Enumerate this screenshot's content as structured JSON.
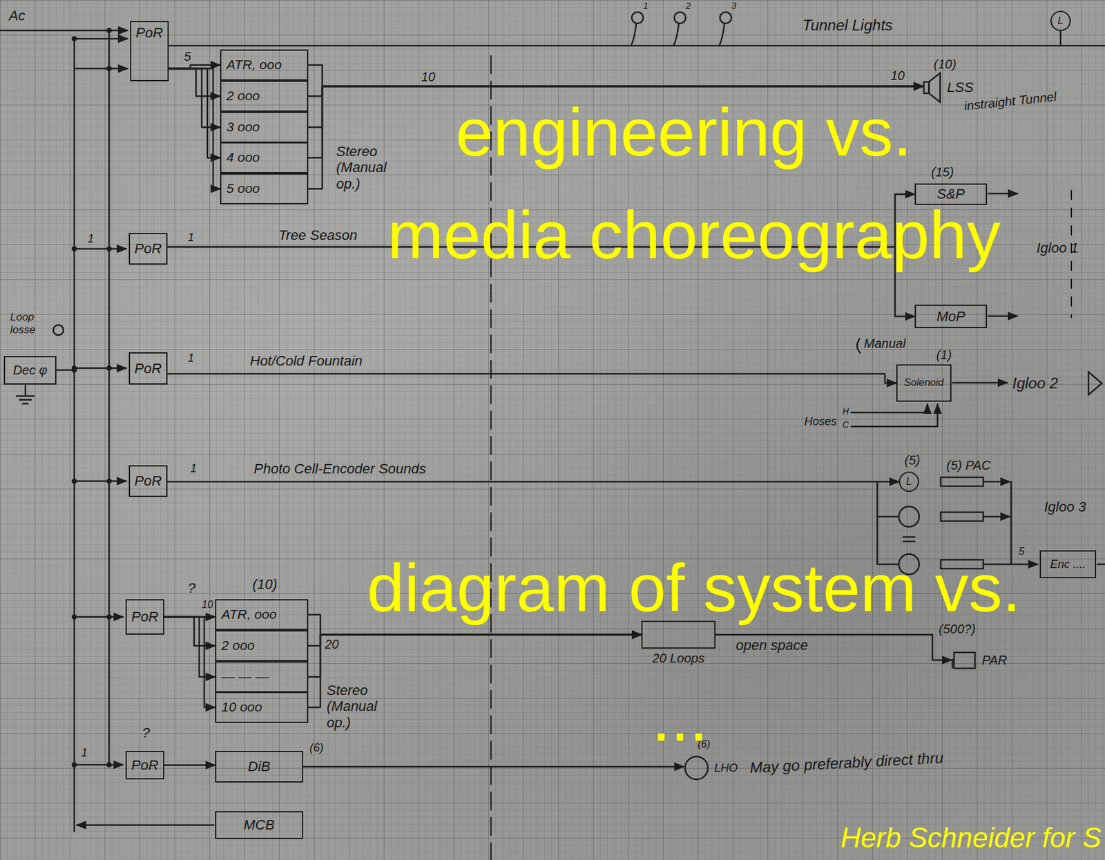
{
  "diagram": {
    "nodes": [
      {
        "text": [
          "PoR"
        ]
      },
      {
        "text": [
          "L"
        ]
      },
      {
        "text": [
          "ATR, ooo"
        ]
      },
      {
        "text": [
          "2 ooo"
        ]
      },
      {
        "text": [
          "3 ooo"
        ]
      },
      {
        "text": [
          "4 ooo"
        ]
      },
      {
        "text": [
          "5 ooo"
        ]
      },
      {
        "text": [
          "LSS"
        ]
      },
      {
        "text": [
          "S&P"
        ]
      },
      {
        "text": [
          "PoR"
        ]
      },
      {
        "text": [
          "MoP"
        ]
      },
      {
        "text": [
          "Dec φ"
        ]
      },
      {
        "text": [
          "PoR"
        ]
      },
      {
        "text": [
          "Solenoid"
        ]
      },
      {
        "text": [
          "PoR"
        ]
      },
      {
        "text": [
          "L"
        ]
      },
      {
        "text": [
          "Enc ...."
        ]
      },
      {
        "text": [
          "PoR"
        ]
      },
      {
        "text": [
          "ATR, ooo"
        ]
      },
      {
        "text": [
          "2 ooo"
        ]
      },
      {
        "text": [
          "— — —"
        ]
      },
      {
        "text": [
          "10 ooo"
        ]
      },
      {
        "text": [
          "20 Loops"
        ]
      },
      {
        "text": [
          "PAR"
        ]
      },
      {
        "text": [
          "PoR"
        ]
      },
      {
        "text": [
          "DiB"
        ]
      },
      {
        "text": [
          "LHO"
        ]
      },
      {
        "text": [
          "MCB"
        ]
      }
    ],
    "edges": [
      {
        "from": 0,
        "to": 1,
        "arrow": "none"
      },
      {
        "from": 0,
        "to": 2,
        "arrow": "to",
        "label": "5"
      },
      {
        "from": 0,
        "to": 3,
        "arrow": "to"
      },
      {
        "from": 0,
        "to": 4,
        "arrow": "to"
      },
      {
        "from": 0,
        "to": 5,
        "arrow": "to"
      },
      {
        "from": 0,
        "to": 6,
        "arrow": "to"
      },
      {
        "from": 2,
        "to": 7,
        "arrow": "to",
        "label": "10"
      },
      {
        "from": 3,
        "to": 7,
        "arrow": "to"
      },
      {
        "from": 4,
        "to": 7,
        "arrow": "to"
      },
      {
        "from": 5,
        "to": 7,
        "arrow": "to"
      },
      {
        "from": 6,
        "to": 7,
        "arrow": "to"
      },
      {
        "from": 9,
        "to": 8,
        "arrow": "to",
        "label": "Tree Season"
      },
      {
        "from": 9,
        "to": 10,
        "arrow": "to"
      },
      {
        "from": 12,
        "to": 13,
        "arrow": "to",
        "label": "Hot/Cold Fountain"
      },
      {
        "from": 14,
        "to": 15,
        "arrow": "to",
        "label": "Photo Cell-Encoder Sounds"
      },
      {
        "from": 17,
        "to": 18,
        "arrow": "to"
      },
      {
        "from": 17,
        "to": 19,
        "arrow": "to"
      },
      {
        "from": 17,
        "to": 20,
        "arrow": "to"
      },
      {
        "from": 17,
        "to": 21,
        "arrow": "to"
      },
      {
        "from": 18,
        "to": 22,
        "arrow": "to",
        "label": "20"
      },
      {
        "from": 19,
        "to": 22,
        "arrow": "to"
      },
      {
        "from": 20,
        "to": 22,
        "arrow": "to"
      },
      {
        "from": 21,
        "to": 22,
        "arrow": "to"
      },
      {
        "from": 22,
        "to": 23,
        "arrow": "to",
        "label": "open space"
      },
      {
        "from": 24,
        "to": 25,
        "arrow": "to"
      },
      {
        "from": 25,
        "to": 26,
        "arrow": "to"
      }
    ],
    "labels": [
      "Ac",
      "1",
      "2",
      "3",
      "Tunnel Lights",
      "(10)",
      "instraight Tunnel",
      "10",
      "Stereo (Manual op.)",
      "(15)",
      "Igloo 1",
      "1",
      "1",
      "Loop losse",
      "Manual",
      "(1)",
      "Igloo 2",
      "Hoses",
      "H",
      "C",
      "1",
      "1",
      "(5)",
      "(5) PAC",
      "Igloo 3",
      "5",
      "?",
      "10",
      "(10)",
      "Stereo (Manual op.)",
      "(500?)",
      "?",
      "(6)",
      "(6)",
      "May go preferably direct thru",
      "1",
      "engineering vs.",
      "media choreography",
      "diagram of system vs.",
      "...",
      "Herb Schneider for S"
    ]
  }
}
